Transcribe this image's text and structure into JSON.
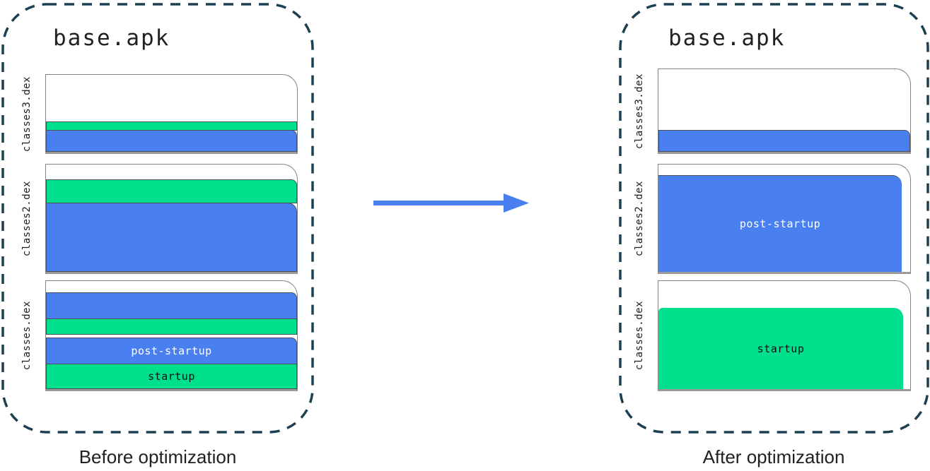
{
  "before": {
    "title": "base.apk",
    "caption": "Before optimization",
    "files": [
      {
        "name": "classes3.dex",
        "segments": [
          {
            "kind": "other",
            "share": 0.58
          },
          {
            "kind": "startup",
            "share": 0.12
          },
          {
            "kind": "post-startup",
            "share": 0.3
          }
        ]
      },
      {
        "name": "classes2.dex",
        "segments": [
          {
            "kind": "other",
            "share": 0.13
          },
          {
            "kind": "startup",
            "share": 0.21
          },
          {
            "kind": "post-startup",
            "share": 0.66
          }
        ]
      },
      {
        "name": "classes.dex",
        "segments": [
          {
            "kind": "other",
            "share": 0.1
          },
          {
            "kind": "post-startup",
            "share": 0.24
          },
          {
            "kind": "startup",
            "share": 0.14
          },
          {
            "kind": "post-startup",
            "share": 0.25,
            "label": "post-startup"
          },
          {
            "kind": "startup",
            "share": 0.27,
            "label": "startup"
          }
        ]
      }
    ]
  },
  "after": {
    "title": "base.apk",
    "caption": "After optimization",
    "files": [
      {
        "name": "classes3.dex",
        "segments": [
          {
            "kind": "other",
            "share": 0.72
          },
          {
            "kind": "post-startup",
            "share": 0.28
          }
        ]
      },
      {
        "name": "classes2.dex",
        "segments": [
          {
            "kind": "other",
            "share": 0.1
          },
          {
            "kind": "post-startup",
            "share": 0.9,
            "label": "post-startup"
          }
        ]
      },
      {
        "name": "classes.dex",
        "segments": [
          {
            "kind": "other",
            "share": 0.25
          },
          {
            "kind": "startup",
            "share": 0.75,
            "label": "startup"
          }
        ]
      }
    ]
  },
  "segment_labels": {
    "startup": "startup",
    "post_startup": "post-startup"
  },
  "icons": {
    "transform_arrow": "→"
  },
  "colors": {
    "startup_green": "#00df8c",
    "post_startup_blue": "#4a7ff0",
    "arrow_blue": "#4a7ff0",
    "container_border": "#1c4052",
    "page_border": "#848484",
    "page_bottom_edge": "#9a9a9a",
    "stripe_border": "#4d5156",
    "title_text": "#202124",
    "caption_text": "#202124",
    "startup_label_text": "#111111",
    "post_startup_label_text": "#ffffff"
  }
}
